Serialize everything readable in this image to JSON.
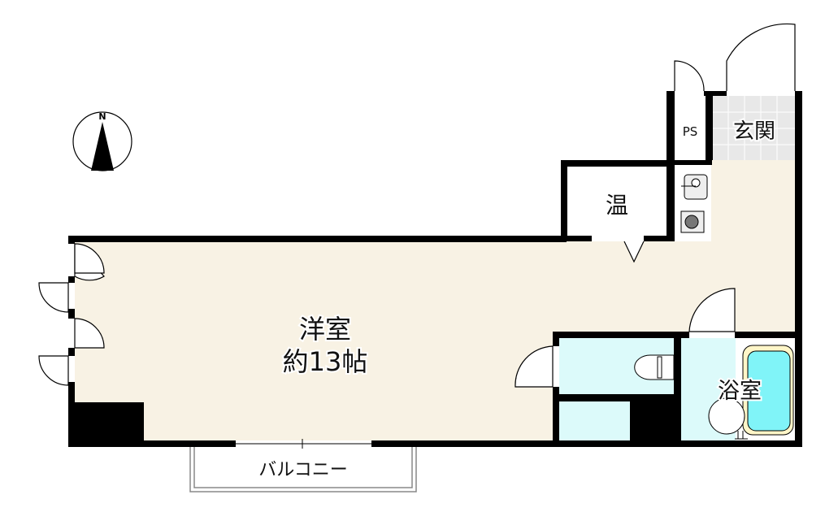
{
  "compass": {
    "north_label": "N"
  },
  "rooms": {
    "western_room": {
      "name": "洋室",
      "size": "約13帖"
    },
    "water_heater": {
      "name": "温"
    },
    "pipe_space": {
      "name": "PS"
    },
    "entrance": {
      "name": "玄関"
    },
    "bathroom": {
      "name": "浴室"
    },
    "balcony": {
      "name": "バルコニー"
    }
  },
  "colors": {
    "floor": "#f8f2e4",
    "wet": "#dcfafa",
    "tub": "#80f4f8",
    "entrance": "#e8e8e8",
    "wall": "#000000"
  }
}
